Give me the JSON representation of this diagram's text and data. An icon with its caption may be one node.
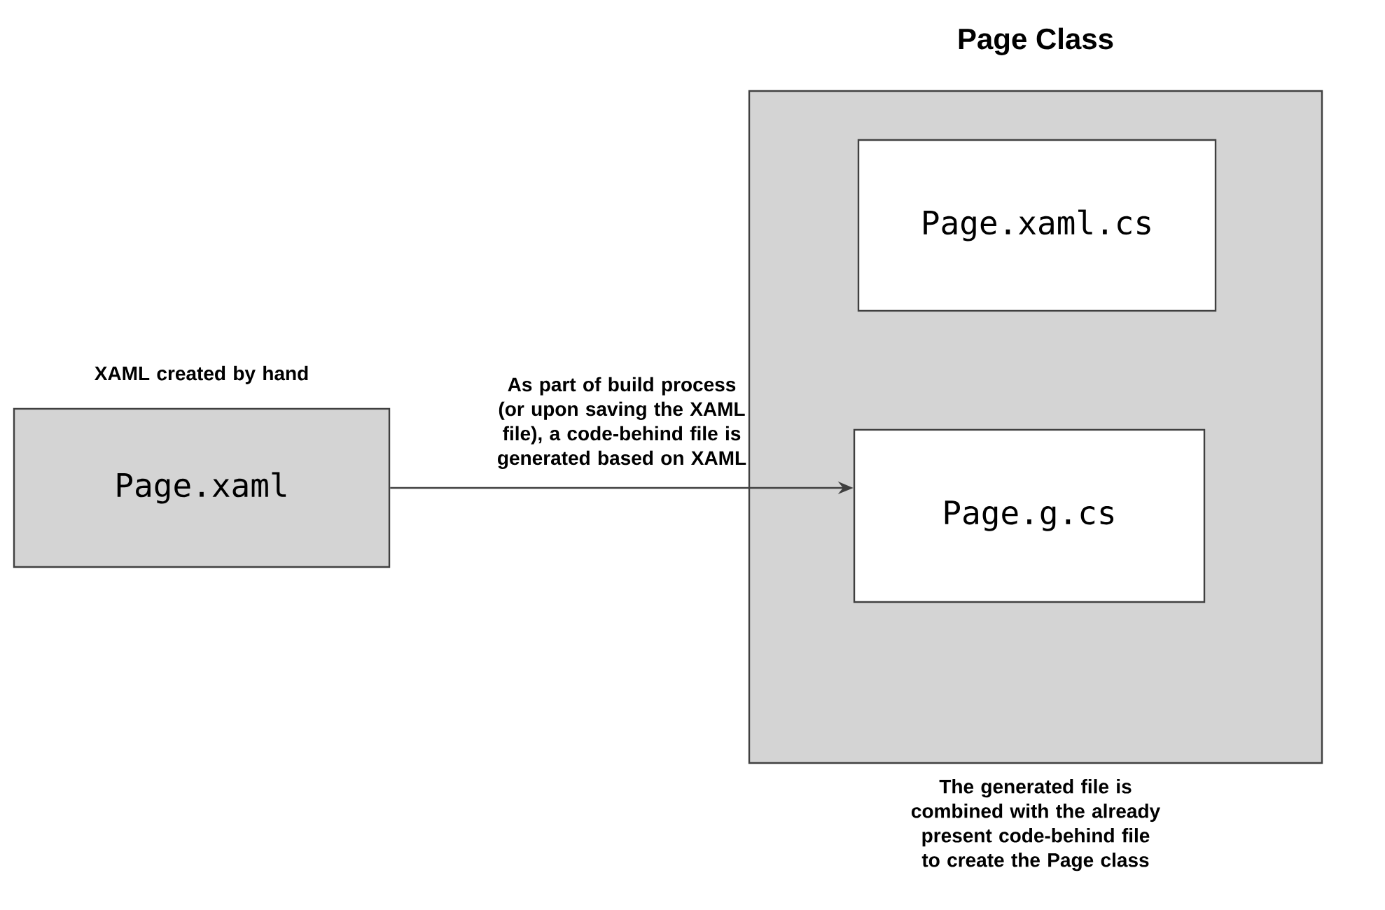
{
  "diagram": {
    "nodes": [
      {
        "text": [
          "Page Class"
        ],
        "beside": [
          "The generated file is combined with the already present code-behind file to create the Page class"
        ]
      },
      {
        "text": [
          "Page.xaml.cs"
        ],
        "in": 0
      },
      {
        "text": [
          "Page.g.cs"
        ],
        "in": 0
      },
      {
        "text": [
          "Page.xaml"
        ],
        "beside": [
          "XAML created by hand"
        ]
      }
    ],
    "edges": [
      {
        "from": 3,
        "to": 2,
        "arrow": "to",
        "label": "As part of build process (or upon saving the XAML file), a code-behind file is generated based on XAML"
      }
    ]
  }
}
